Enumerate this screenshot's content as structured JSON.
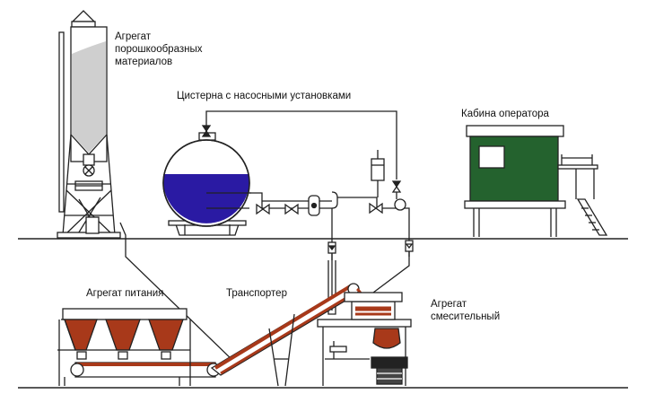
{
  "labels": {
    "silo": "Агрегат\nпорошкообразных\nматериалов",
    "tank": "Цистерна с насосными установками",
    "cabin": "Кабина оператора",
    "feeder": "Агрегат питания",
    "conveyor": "Транспортер",
    "mixer": "Агрегат\nсмесительный"
  },
  "colors": {
    "tank_fill": "#2a1aa3",
    "cabin_fill": "#24622e",
    "material": "#a8391a",
    "line": "#222222",
    "silo_fill": "#cfcfcf"
  }
}
